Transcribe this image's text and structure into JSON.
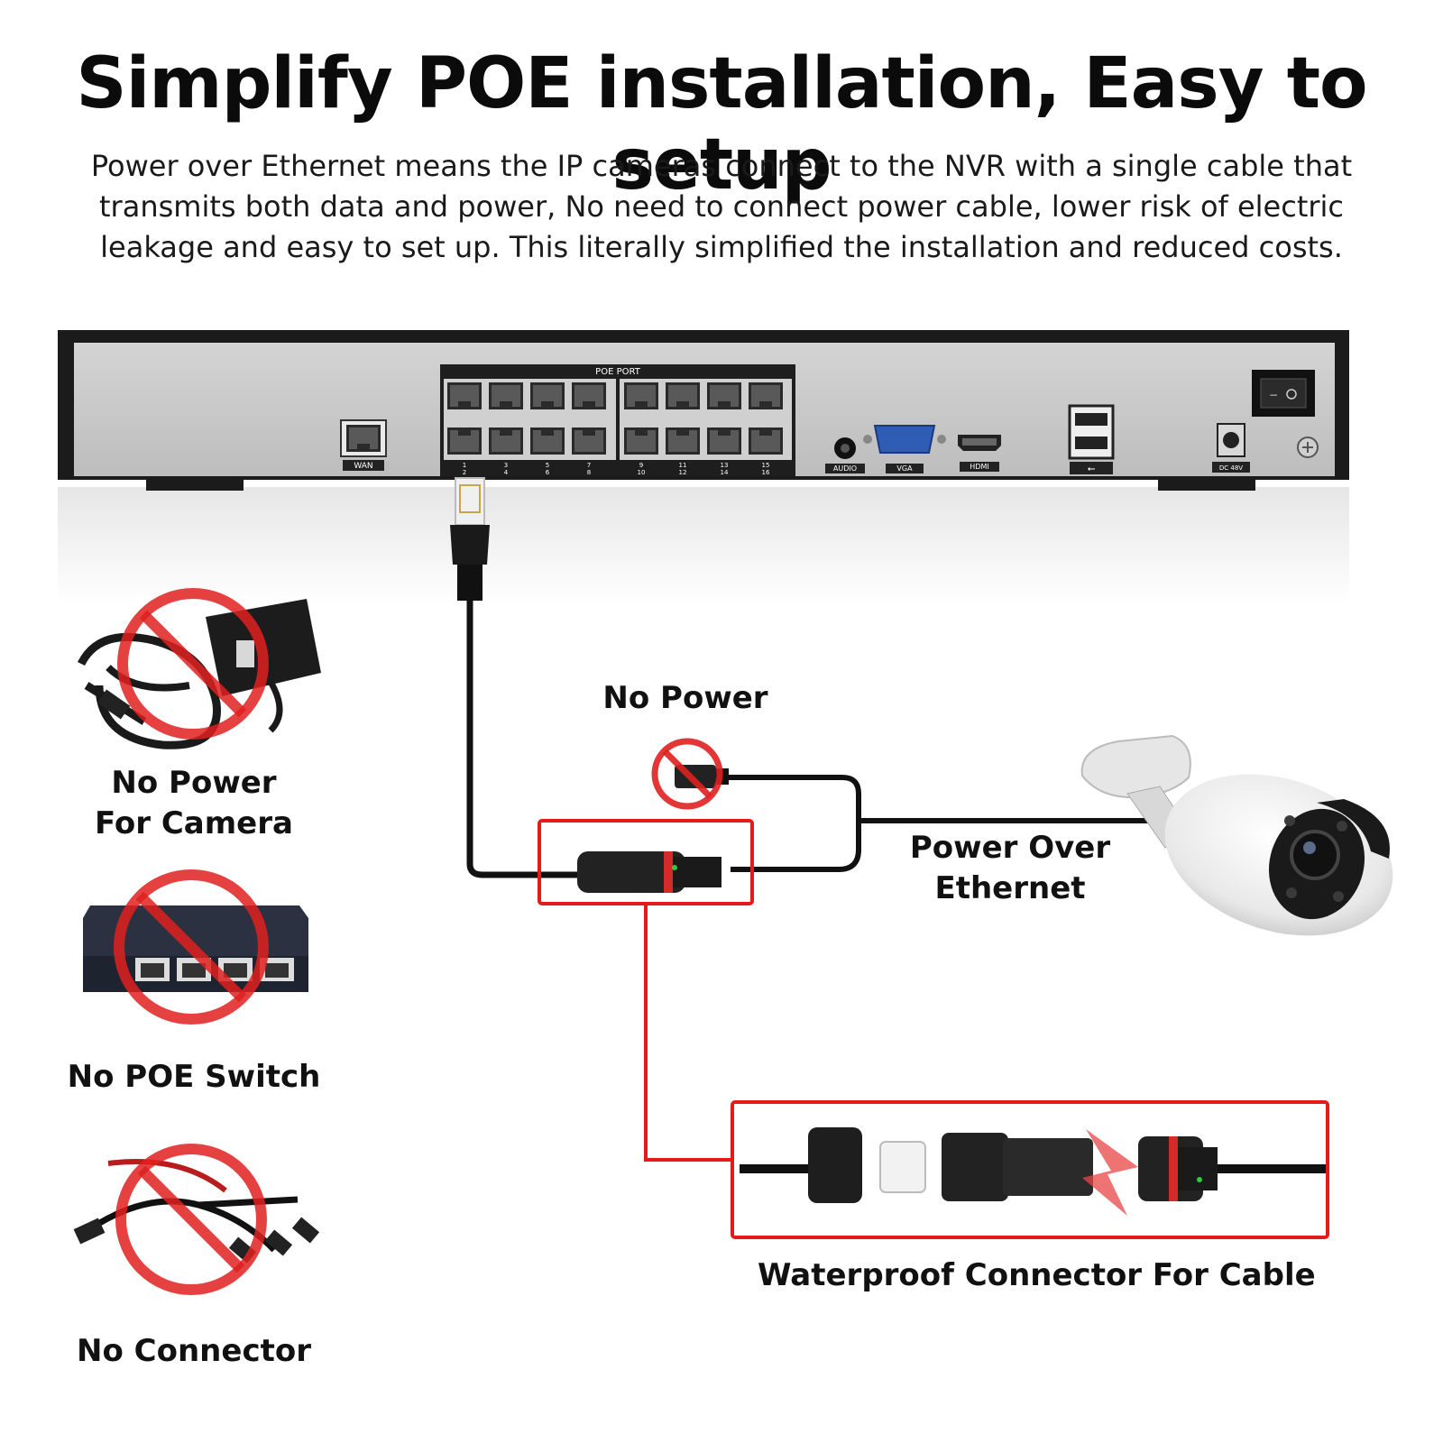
{
  "headline": "Simplify POE installation, Easy to setup",
  "intro_lines": [
    "Power over Ethernet means the IP cameras connect to the NVR with a single cable that",
    "transmits both data and power, No need to connect power cable, lower risk of electric",
    "leakage and easy to set up. This literally simplified the installation and reduced costs."
  ],
  "nvr": {
    "poe_port_label": "POE PORT",
    "wan_label": "WAN",
    "audio_label": "AUDIO",
    "vga_label": "VGA",
    "hdmi_label": "HDMI",
    "dc_label": "DC 48V",
    "port_numbers_top": [
      "1",
      "3",
      "5",
      "7",
      "9",
      "11",
      "13",
      "15"
    ],
    "port_numbers_bottom": [
      "2",
      "4",
      "6",
      "8",
      "10",
      "12",
      "14",
      "16"
    ]
  },
  "labels": {
    "no_power_camera": [
      "No Power",
      "For Camera"
    ],
    "no_poe_switch": "No POE Switch",
    "no_connector": "No Connector",
    "no_power": "No Power",
    "poe": [
      "Power Over",
      "Ethernet"
    ],
    "waterproof": "Waterproof Connector For Cable"
  },
  "colors": {
    "prohibition_red": "#e02020",
    "highlight_red": "#e31b1b",
    "cable": "#111111"
  }
}
